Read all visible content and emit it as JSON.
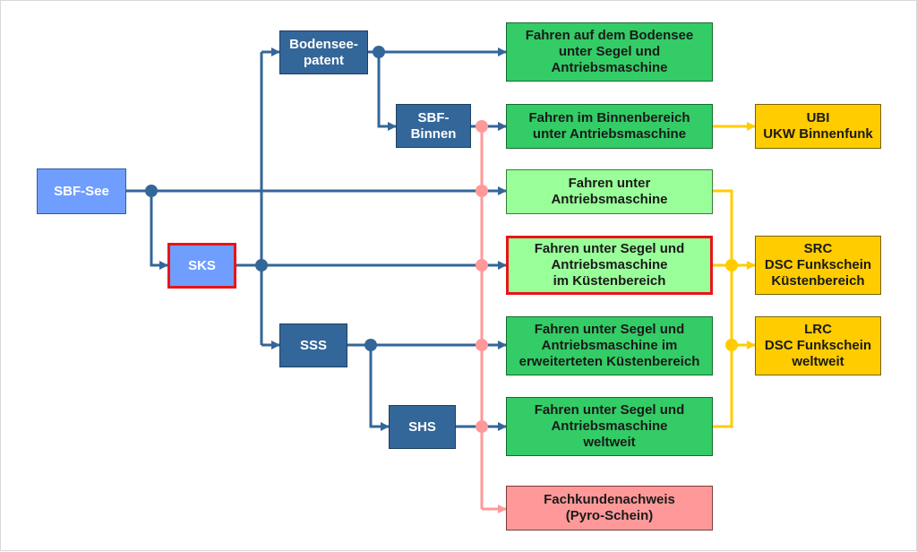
{
  "diagram": {
    "nodes": {
      "sbf_see": "SBF-See",
      "sks": "SKS",
      "bodenseepatent": "Bodensee-\npatent",
      "sbf_binnen": "SBF-\nBinnen",
      "sss": "SSS",
      "shs": "SHS",
      "fahren_bodensee": "Fahren auf dem Bodensee\nunter Segel und\nAntriebsmaschine",
      "fahren_binnen": "Fahren im Binnenbereich\nunter Antriebsmaschine",
      "fahren_antrieb": "Fahren unter\nAntriebsmaschine",
      "fahren_kuesten": "Fahren unter Segel und\nAntriebsmaschine\nim Küstenbereich",
      "fahren_erweitert": "Fahren unter Segel und\nAntriebsmaschine im\nerweiterteten Küstenbereich",
      "fahren_weltweit": "Fahren unter Segel und\nAntriebsmaschine\nweltweit",
      "fachkunde": "Fachkundenachweis\n(Pyro-Schein)",
      "ubi": "UBI\nUKW Binnenfunk",
      "src": "SRC\nDSC Funkschein\nKüstenbereich",
      "lrc": "LRC\nDSC Funkschein\nweltweit"
    },
    "colors": {
      "blue_line": "#336699",
      "pink_line": "#ff9999",
      "yellow_line": "#ffcc00",
      "highlight": "#e8141b"
    }
  }
}
